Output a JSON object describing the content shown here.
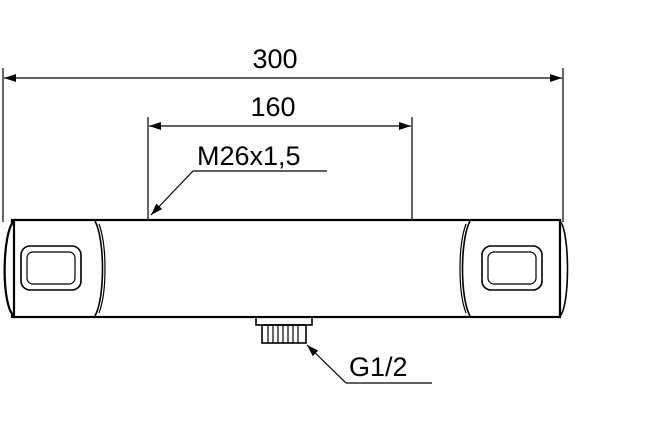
{
  "dimensions": {
    "overall_length": "300",
    "connection_spacing": "160",
    "connection_thread": "M26x1,5",
    "outlet_thread": "G1/2"
  },
  "colors": {
    "line": "#000000",
    "background": "#ffffff"
  }
}
